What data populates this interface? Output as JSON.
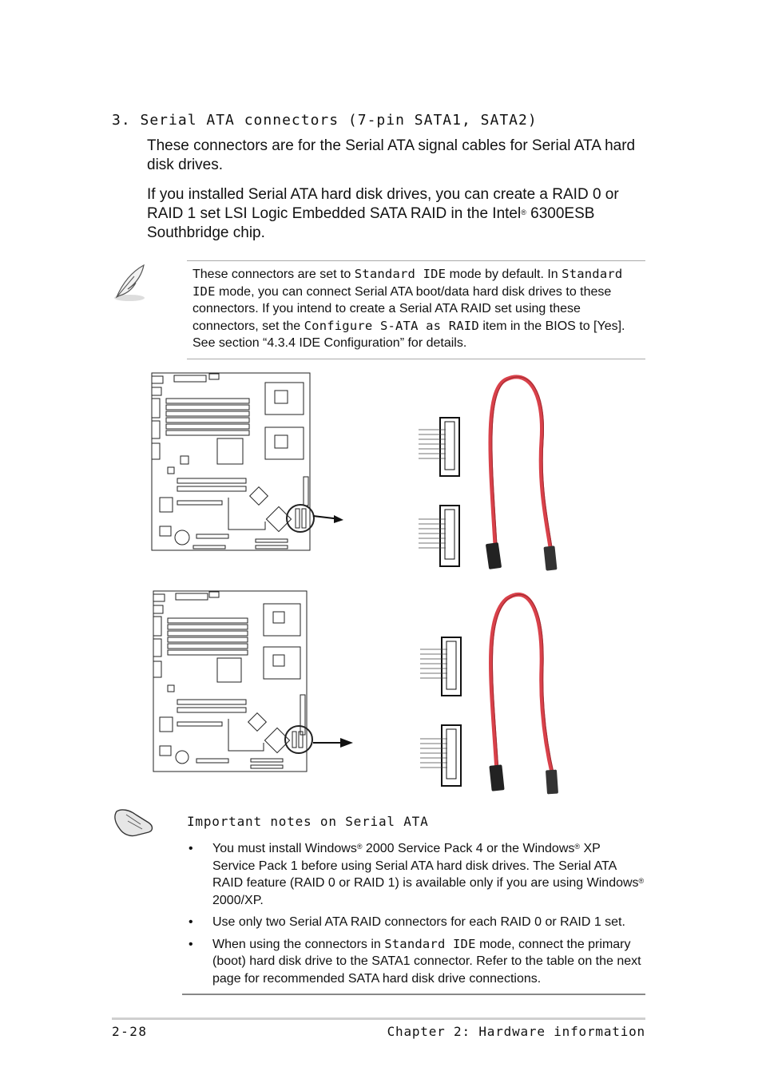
{
  "section": {
    "heading": "3.   Serial ATA connectors (7-pin SATA1, SATA2)",
    "para1": "These connectors are for the Serial ATA signal cables for Serial ATA hard disk drives.",
    "para2_a": "If you installed Serial ATA hard disk drives, you can create a RAID 0 or RAID 1 set LSI Logic Embedded SATA RAID in the Intel",
    "para2_reg": "®",
    "para2_b": " 6300ESB Southbridge chip."
  },
  "note": {
    "t1": "These connectors are set to ",
    "kw1": "Standard IDE",
    "t2": " mode by default. In ",
    "kw2": "Standard IDE",
    "t3": " mode, you can connect Serial ATA boot/data hard disk drives to these connectors. If you intend to create a Serial ATA RAID set using these connectors, set the ",
    "kw3": "Configure S-ATA as RAID",
    "t4": " item in the BIOS to [Yes]. See section “4.3.4 IDE Configuration” for details."
  },
  "important": {
    "title": "Important notes on Serial ATA",
    "b1_a": "You must install Windows",
    "b1_reg1": "®",
    "b1_b": " 2000 Service Pack 4 or the Windows",
    "b1_reg2": "®",
    "b1_c": " XP Service Pack 1 before using Serial ATA hard disk drives. The Serial ATA RAID feature (RAID 0 or RAID 1) is available only if you are using Windows",
    "b1_reg3": "®",
    "b1_d": " 2000/XP.",
    "b2": "Use only two Serial ATA RAID connectors for each RAID 0 or RAID 1 set.",
    "b3_a": "When using the connectors in ",
    "b3_kw": "Standard IDE",
    "b3_b": " mode, connect the primary (boot) hard disk drive to the SATA1 connector. Refer to the table on the next page for recommended SATA hard disk drive connections."
  },
  "footer": {
    "page": "2-28",
    "chapter": "Chapter 2: Hardware information"
  },
  "colors": {
    "cable": "#d9414a",
    "cable_dark": "#9e2a30"
  }
}
